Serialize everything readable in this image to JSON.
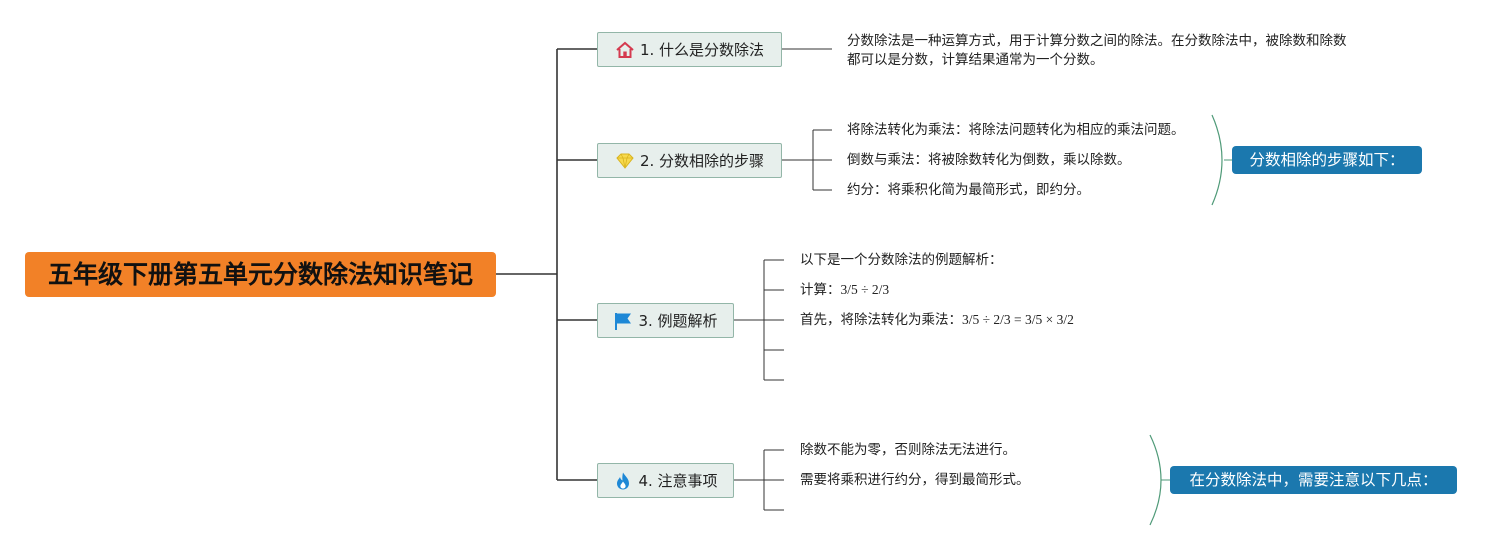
{
  "root": {
    "title": "五年级下册第五单元分数除法知识笔记"
  },
  "topics": [
    {
      "label": "1. 什么是分数除法",
      "icon": "home-icon",
      "leaves": [
        "分数除法是一种运算方式，用于计算分数之间的除法。在分数除法中，被除数和除数都可以是分数，计算结果通常为一个分数。"
      ]
    },
    {
      "label": "2. 分数相除的步骤",
      "icon": "diamond-icon",
      "leaves": [
        "将除法转化为乘法：将除法问题转化为相应的乘法问题。",
        "倒数与乘法：将被除数转化为倒数，乘以除数。",
        "约分：将乘积化简为最简形式，即约分。"
      ],
      "summary": "分数相除的步骤如下："
    },
    {
      "label": "3. 例题解析",
      "icon": "flag-icon",
      "leaves": [
        {
          "text": "以下是一个分数除法的例题解析：",
          "formula": ""
        },
        {
          "text": "计算：",
          "formula": "3/5 ÷ 2/3"
        },
        {
          "text": "首先，将除法转化为乘法：",
          "formula": "3/5 ÷ 2/3 = 3/5 × 3/2"
        },
        {
          "text": "",
          "formula": ""
        },
        {
          "text": "",
          "formula": ""
        }
      ]
    },
    {
      "label": "4. 注意事项",
      "icon": "flame-icon",
      "leaves": [
        "除数不能为零，否则除法无法进行。",
        "需要将乘积进行约分，得到最简形式。",
        ""
      ],
      "summary": "在分数除法中，需要注意以下几点："
    }
  ],
  "colors": {
    "root_fill": "#f28127",
    "topic_fill": "#e7efec",
    "topic_border": "#93b6a8",
    "summary_fill": "#1b78ae",
    "connector": "#333333",
    "bracket": "#4f9a78"
  }
}
